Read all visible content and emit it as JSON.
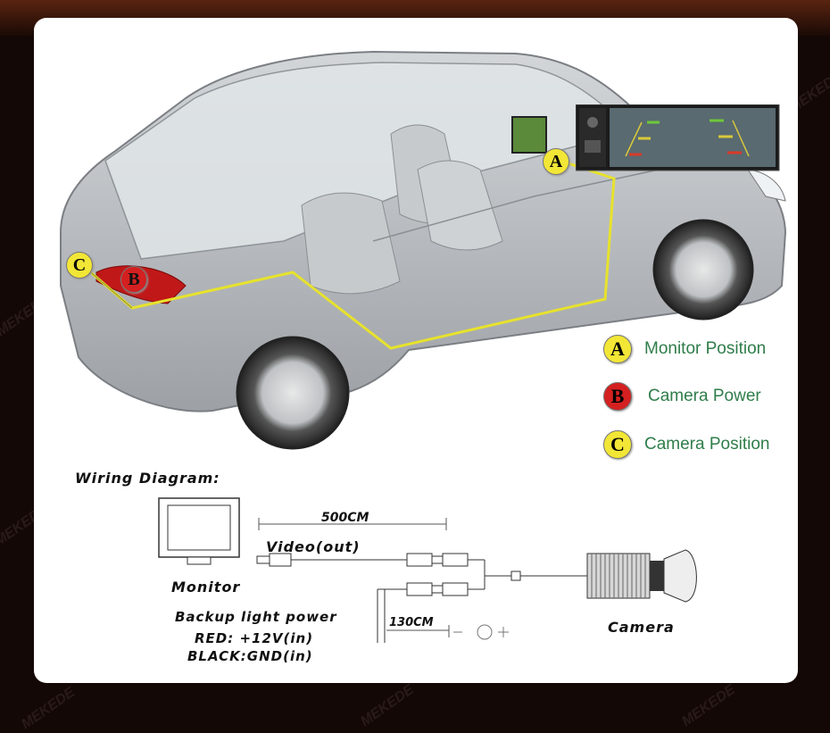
{
  "watermark": "MEKEDE",
  "legend": [
    {
      "letter": "A",
      "text": "Monitor Position",
      "color": "#f2e636"
    },
    {
      "letter": "B",
      "text": "Camera Power",
      "color": "#d42020"
    },
    {
      "letter": "C",
      "text": "Camera Position",
      "color": "#f2e636"
    }
  ],
  "markers": {
    "a": "A",
    "b": "B",
    "c": "C"
  },
  "wiring": {
    "title": "Wiring Diagram:",
    "length_top": "500CM",
    "video": "Video(out)",
    "monitor": "Monitor",
    "backup": "Backup light power",
    "red": "RED: +12V(in)",
    "black": "BLACK:GND(in)",
    "length_bottom": "130CM",
    "camera": "Camera"
  },
  "colors": {
    "wire": "#e7e22c",
    "car_body": "#b9bcc0",
    "car_glass": "#dfe4e6",
    "legend_text": "#2f7d4a"
  }
}
